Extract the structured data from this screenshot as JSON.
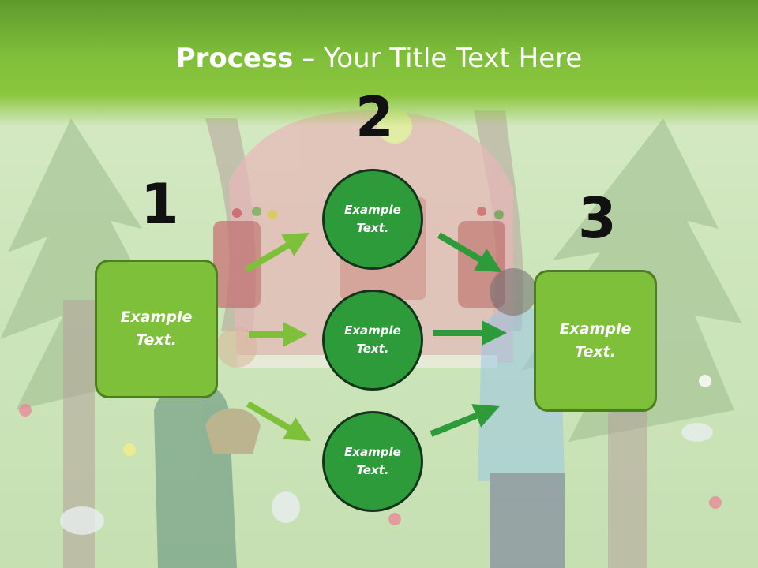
{
  "slide": {
    "title_bold": "Process",
    "title_rest": " – Your Title Text Here",
    "step_numbers": [
      "1",
      "2",
      "3"
    ],
    "left_box": "Example Text.",
    "right_box": "Example Text.",
    "circles": [
      "Example Text.",
      "Example Text.",
      "Example Text."
    ]
  },
  "colors": {
    "header": "#7fbf3a",
    "box_fill": "#7fc03a",
    "circle_fill": "#2e9b3a",
    "arrow_light": "#7fc03a",
    "arrow_dark": "#2e9b3a"
  }
}
